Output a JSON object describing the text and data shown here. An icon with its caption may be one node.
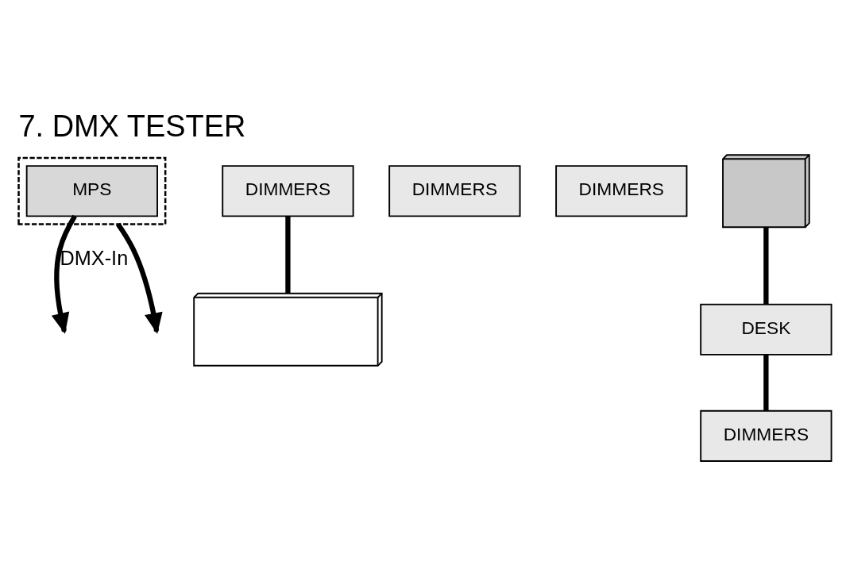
{
  "diagram": {
    "title": "7. DMX TESTER",
    "nodes": [
      {
        "text": [],
        "shape": "box"
      },
      {
        "text": [
          "MPS"
        ],
        "in": 0
      },
      {
        "text": [],
        "shape": "picture"
      },
      {
        "text": [
          "DIMMERS"
        ]
      },
      {
        "text": [
          "DIMMERS"
        ]
      },
      {
        "text": [
          "DIMMERS"
        ]
      },
      {
        "text": [
          "DIMMERS"
        ]
      },
      {
        "text": [],
        "shape": "picture"
      },
      {
        "text": [
          "DESK"
        ]
      }
    ],
    "edges": [
      {
        "from": 3,
        "to": 2,
        "arrow": "none"
      },
      {
        "from": 8,
        "to": 6,
        "arrow": "none"
      },
      {
        "from": 7,
        "to": 8,
        "arrow": "none"
      },
      {
        "from": 1,
        "to": null,
        "arrow": "to",
        "label": "DMX-In"
      },
      {
        "from": 0,
        "to": null,
        "arrow": "to"
      }
    ]
  }
}
